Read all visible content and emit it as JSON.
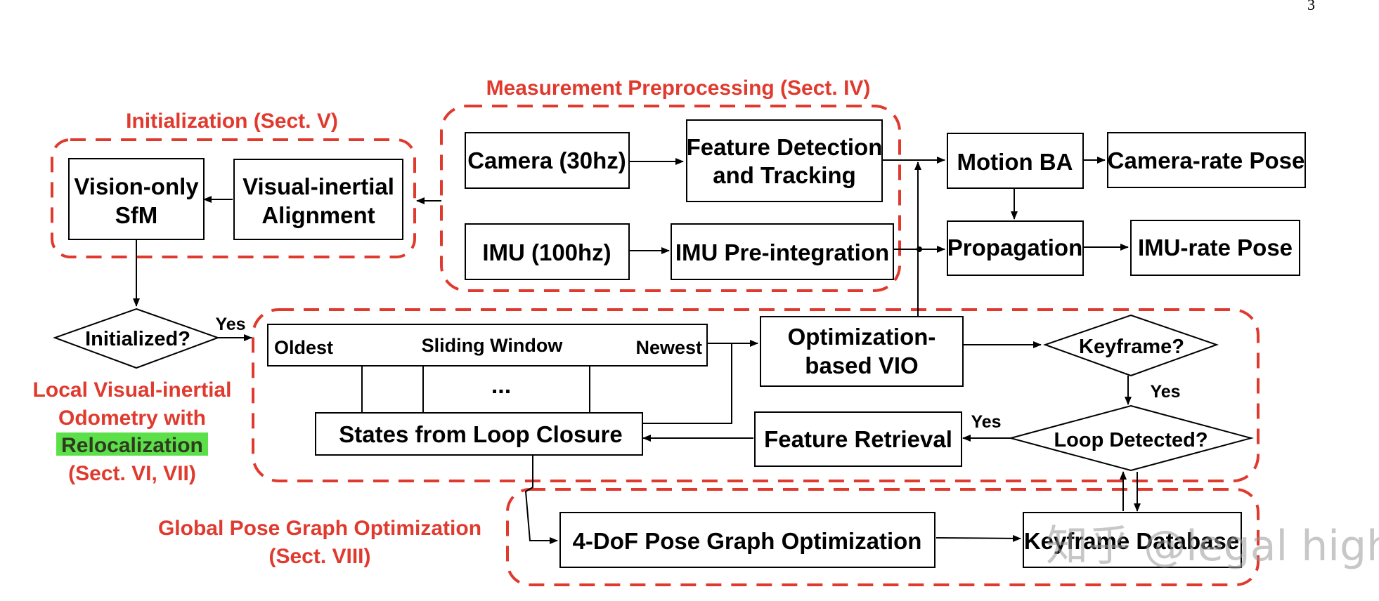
{
  "page_number": "3",
  "regions": {
    "measurement": "Measurement Preprocessing (Sect. IV)",
    "initialization": "Initialization (Sect. V)",
    "local_vio": [
      "Local Visual-inertial",
      "Odometry with",
      "Relocalization",
      "(Sect. VI, VII)"
    ],
    "global_pose": [
      "Global Pose Graph Optimization",
      "(Sect. VIII)"
    ]
  },
  "nodes": {
    "camera": "Camera (30hz)",
    "imu": "IMU (100hz)",
    "feature_detection": [
      "Feature Detection",
      "and Tracking"
    ],
    "imu_preintegration": "IMU Pre-integration",
    "vision_only_sfm": [
      "Vision-only",
      "SfM"
    ],
    "visual_inertial_alignment": [
      "Visual-inertial",
      "Alignment"
    ],
    "motion_ba": "Motion BA",
    "camera_rate_pose": "Camera-rate Pose",
    "propagation": "Propagation",
    "imu_rate_pose": "IMU-rate Pose",
    "initialized": "Initialized?",
    "sliding_window": {
      "oldest": "Oldest",
      "title": "Sliding Window",
      "newest": "Newest",
      "ellipsis": "..."
    },
    "optimization_vio": [
      "Optimization-",
      "based VIO"
    ],
    "keyframe": "Keyframe?",
    "loop_detected": "Loop Detected?",
    "feature_retrieval": "Feature Retrieval",
    "states_loop_closure": "States from Loop Closure",
    "pose_graph_opt": "4-DoF Pose Graph Optimization",
    "keyframe_database": "Keyframe Database"
  },
  "edge_labels": {
    "yes_initialized": "Yes",
    "yes_keyframe": "Yes",
    "yes_loop": "Yes"
  },
  "colors": {
    "region_red": "#e03a2e",
    "highlight_green": "#5be04a"
  },
  "watermark": "知乎 @legal high"
}
